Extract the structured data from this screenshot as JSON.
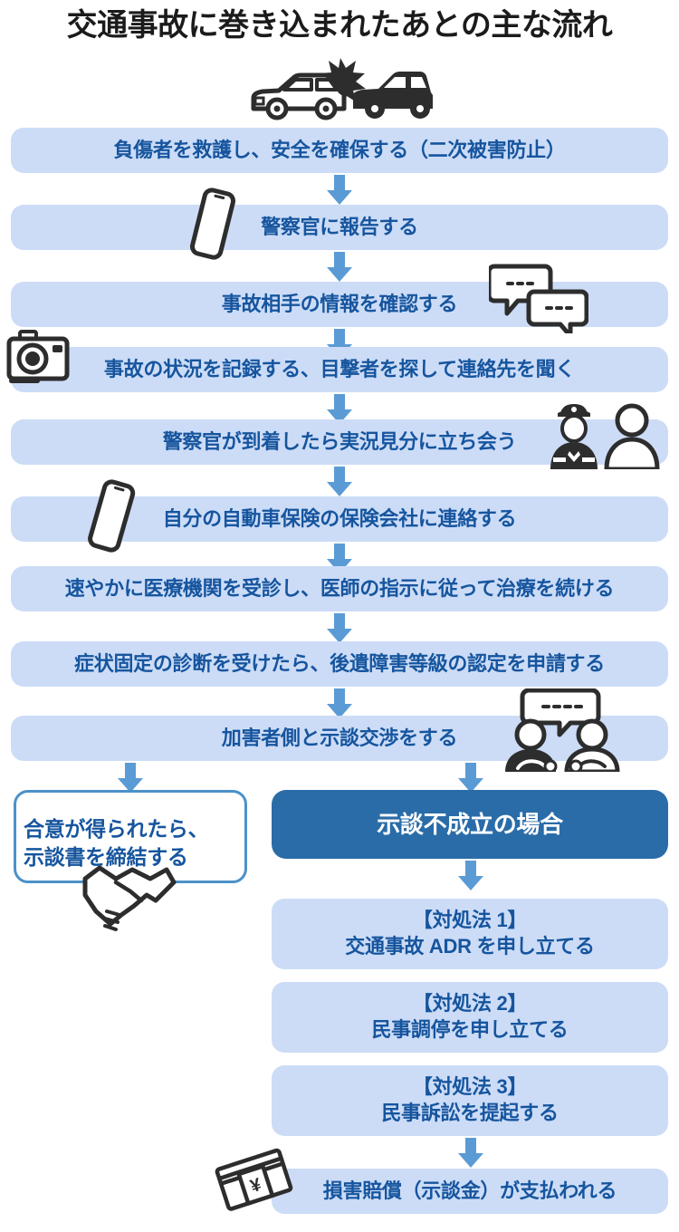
{
  "title": "交通事故に巻き込まれたあとの主な流れ",
  "colors": {
    "box_fill": "#ccdcf7",
    "box_text": "#16559e",
    "dark_box_fill": "#2a6ca8",
    "dark_box_text": "#ffffff",
    "arrow": "#5b9bd5",
    "outline_border": "#4b91c9",
    "icon_dark": "#2d2d2d",
    "title_text": "#1b1b1b"
  },
  "steps": [
    {
      "id": "step-1",
      "label": "負傷者を救護し、安全を確保する（二次被害防止）"
    },
    {
      "id": "step-2",
      "label": "警察官に報告する"
    },
    {
      "id": "step-3",
      "label": "事故相手の情報を確認する"
    },
    {
      "id": "step-4",
      "label": "事故の状況を記録する、目撃者を探して連絡先を聞く"
    },
    {
      "id": "step-5",
      "label": "警察官が到着したら実況見分に立ち会う"
    },
    {
      "id": "step-6",
      "label": "自分の自動車保険の保険会社に連絡する"
    },
    {
      "id": "step-7",
      "label": "速やかに医療機関を受診し、医師の指示に従って治療を続ける"
    },
    {
      "id": "step-8",
      "label": "症状固定の診断を受けたら、後遺障害等級の認定を申請する"
    },
    {
      "id": "step-9",
      "label": "加害者側と示談交渉をする"
    }
  ],
  "branch_left": {
    "id": "settlement-agreed",
    "line1": "合意が得られたら、",
    "line2": "示談書を締結する"
  },
  "branch_right": {
    "header": "示談不成立の場合",
    "options": [
      {
        "id": "option-1",
        "line1": "【対処法 1】",
        "line2": "交通事故 ADR を申し立てる"
      },
      {
        "id": "option-2",
        "line1": "【対処法 2】",
        "line2": "民事調停を申し立てる"
      },
      {
        "id": "option-3",
        "line1": "【対処法 3】",
        "line2": "民事訴訟を提起する"
      }
    ],
    "outcome": "損害賠償（示談金）が支払われる"
  },
  "icons": [
    {
      "name": "car-crash-icon"
    },
    {
      "name": "smartphone-icon"
    },
    {
      "name": "speech-bubbles-icon"
    },
    {
      "name": "camera-icon"
    },
    {
      "name": "police-officer-and-person-icon"
    },
    {
      "name": "smartphone-icon"
    },
    {
      "name": "two-people-negotiating-icon"
    },
    {
      "name": "handshake-icon"
    },
    {
      "name": "money-bundle-icon"
    }
  ]
}
